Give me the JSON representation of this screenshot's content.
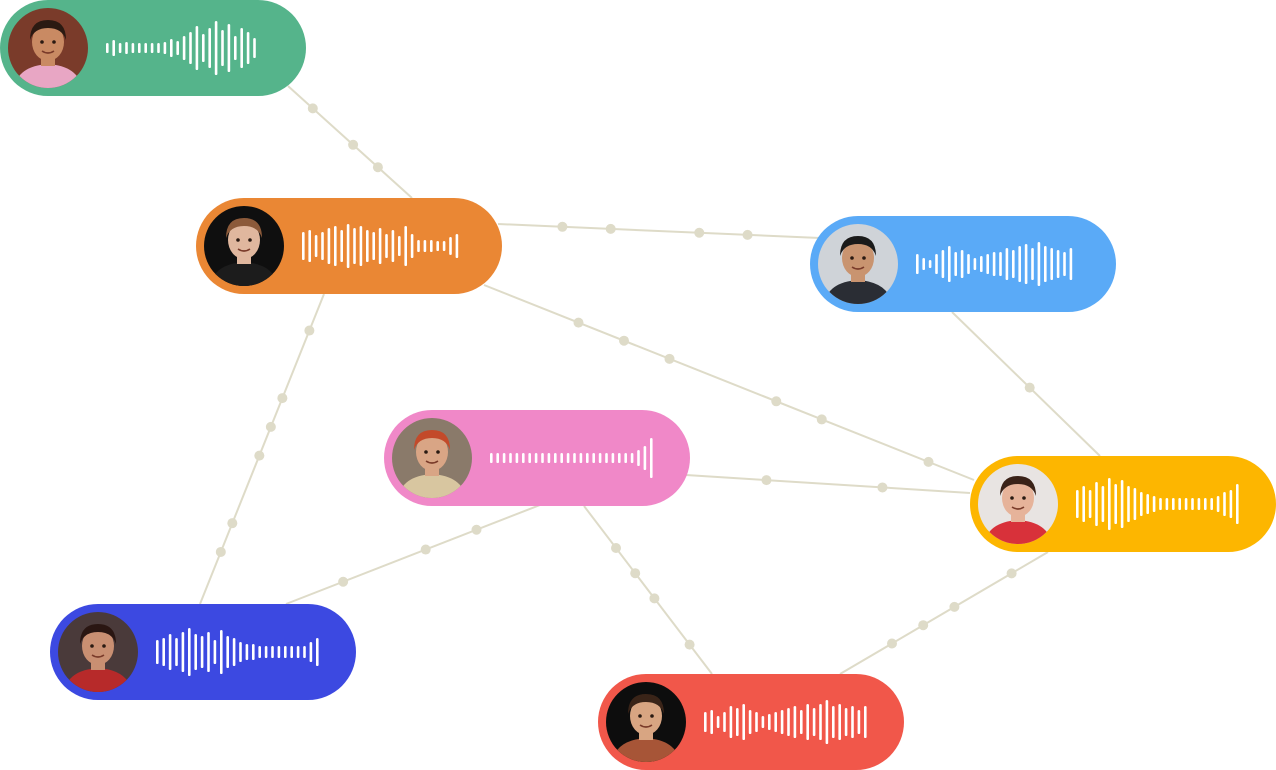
{
  "diagram": {
    "type": "voice-message-network",
    "edge_color": "#dedbc8",
    "wave_color": "#ffffff",
    "nodes": [
      {
        "id": "green",
        "color": "#55b48b",
        "avatar": "woman-smiling-avatar",
        "skin": "#c98a63",
        "hair": "#2b1a12",
        "shirt": "#e8a6c4",
        "bg": "#7a3b2a",
        "wave": [
          5,
          8,
          5,
          6,
          5,
          5,
          5,
          5,
          5,
          6,
          9,
          7,
          12,
          16,
          22,
          14,
          20,
          27,
          18,
          24,
          12,
          20,
          16,
          10
        ]
      },
      {
        "id": "orange",
        "color": "#ea8734",
        "avatar": "man-serious-avatar",
        "skin": "#e0b79e",
        "hair": "#8c5a3a",
        "shirt": "#1c1c1c",
        "bg": "#0f0f0f",
        "wave": [
          14,
          16,
          11,
          14,
          18,
          20,
          16,
          22,
          18,
          20,
          16,
          14,
          18,
          12,
          16,
          10,
          20,
          12,
          6,
          6,
          6,
          5,
          5,
          9,
          12
        ]
      },
      {
        "id": "blue",
        "color": "#5aaaf7",
        "avatar": "man-beanie-avatar",
        "skin": "#c99470",
        "hair": "#1a1a1a",
        "shirt": "#2a2d34",
        "bg": "#cfd3d8",
        "wave": [
          10,
          6,
          4,
          10,
          14,
          18,
          12,
          14,
          10,
          6,
          8,
          10,
          12,
          12,
          16,
          14,
          18,
          20,
          16,
          22,
          18,
          16,
          14,
          12,
          16
        ]
      },
      {
        "id": "pink",
        "color": "#f088c8",
        "avatar": "person-red-cap-avatar",
        "skin": "#d9a585",
        "hair": "#c34a2a",
        "shirt": "#d8c6a0",
        "bg": "#8a7a6a",
        "wave": [
          5,
          5,
          5,
          5,
          5,
          5,
          5,
          5,
          5,
          5,
          5,
          5,
          5,
          5,
          5,
          5,
          5,
          5,
          5,
          5,
          5,
          5,
          5,
          8,
          12,
          20
        ]
      },
      {
        "id": "yellow",
        "color": "#fdb600",
        "avatar": "woman-red-dress-avatar",
        "skin": "#e6b39a",
        "hair": "#3a2218",
        "shirt": "#d8313a",
        "bg": "#e8e4e2",
        "wave": [
          14,
          18,
          14,
          22,
          18,
          26,
          20,
          24,
          18,
          16,
          12,
          10,
          8,
          6,
          6,
          6,
          6,
          6,
          6,
          6,
          6,
          6,
          8,
          12,
          14,
          20
        ]
      },
      {
        "id": "indigo",
        "color": "#3c49e1",
        "avatar": "woman-dark-hair-avatar",
        "skin": "#c98f72",
        "hair": "#2a1612",
        "shirt": "#b72a2a",
        "bg": "#4a3a3a",
        "wave": [
          12,
          14,
          18,
          14,
          20,
          24,
          18,
          16,
          20,
          12,
          22,
          16,
          14,
          10,
          8,
          8,
          6,
          6,
          6,
          6,
          6,
          6,
          6,
          6,
          10,
          14
        ]
      },
      {
        "id": "red",
        "color": "#f1574a",
        "avatar": "man-sunglasses-avatar",
        "skin": "#d8a582",
        "hair": "#3a2418",
        "shirt": "#a75537",
        "bg": "#0d0d0d",
        "wave": [
          10,
          12,
          6,
          10,
          16,
          14,
          18,
          12,
          10,
          6,
          8,
          10,
          12,
          14,
          16,
          12,
          18,
          14,
          18,
          22,
          16,
          18,
          14,
          16,
          12,
          16
        ]
      }
    ],
    "edges": [
      {
        "from": "green",
        "to": "orange",
        "dots": 3
      },
      {
        "from": "orange",
        "to": "blue",
        "dots": 4
      },
      {
        "from": "orange",
        "to": "yellow",
        "dots": 6
      },
      {
        "from": "orange",
        "to": "indigo",
        "dots": 6
      },
      {
        "from": "blue",
        "to": "yellow",
        "dots": 1
      },
      {
        "from": "pink",
        "to": "yellow",
        "dots": 2
      },
      {
        "from": "pink",
        "to": "indigo",
        "dots": 3
      },
      {
        "from": "pink",
        "to": "red",
        "dots": 4
      },
      {
        "from": "yellow",
        "to": "red",
        "dots": 4
      }
    ]
  }
}
